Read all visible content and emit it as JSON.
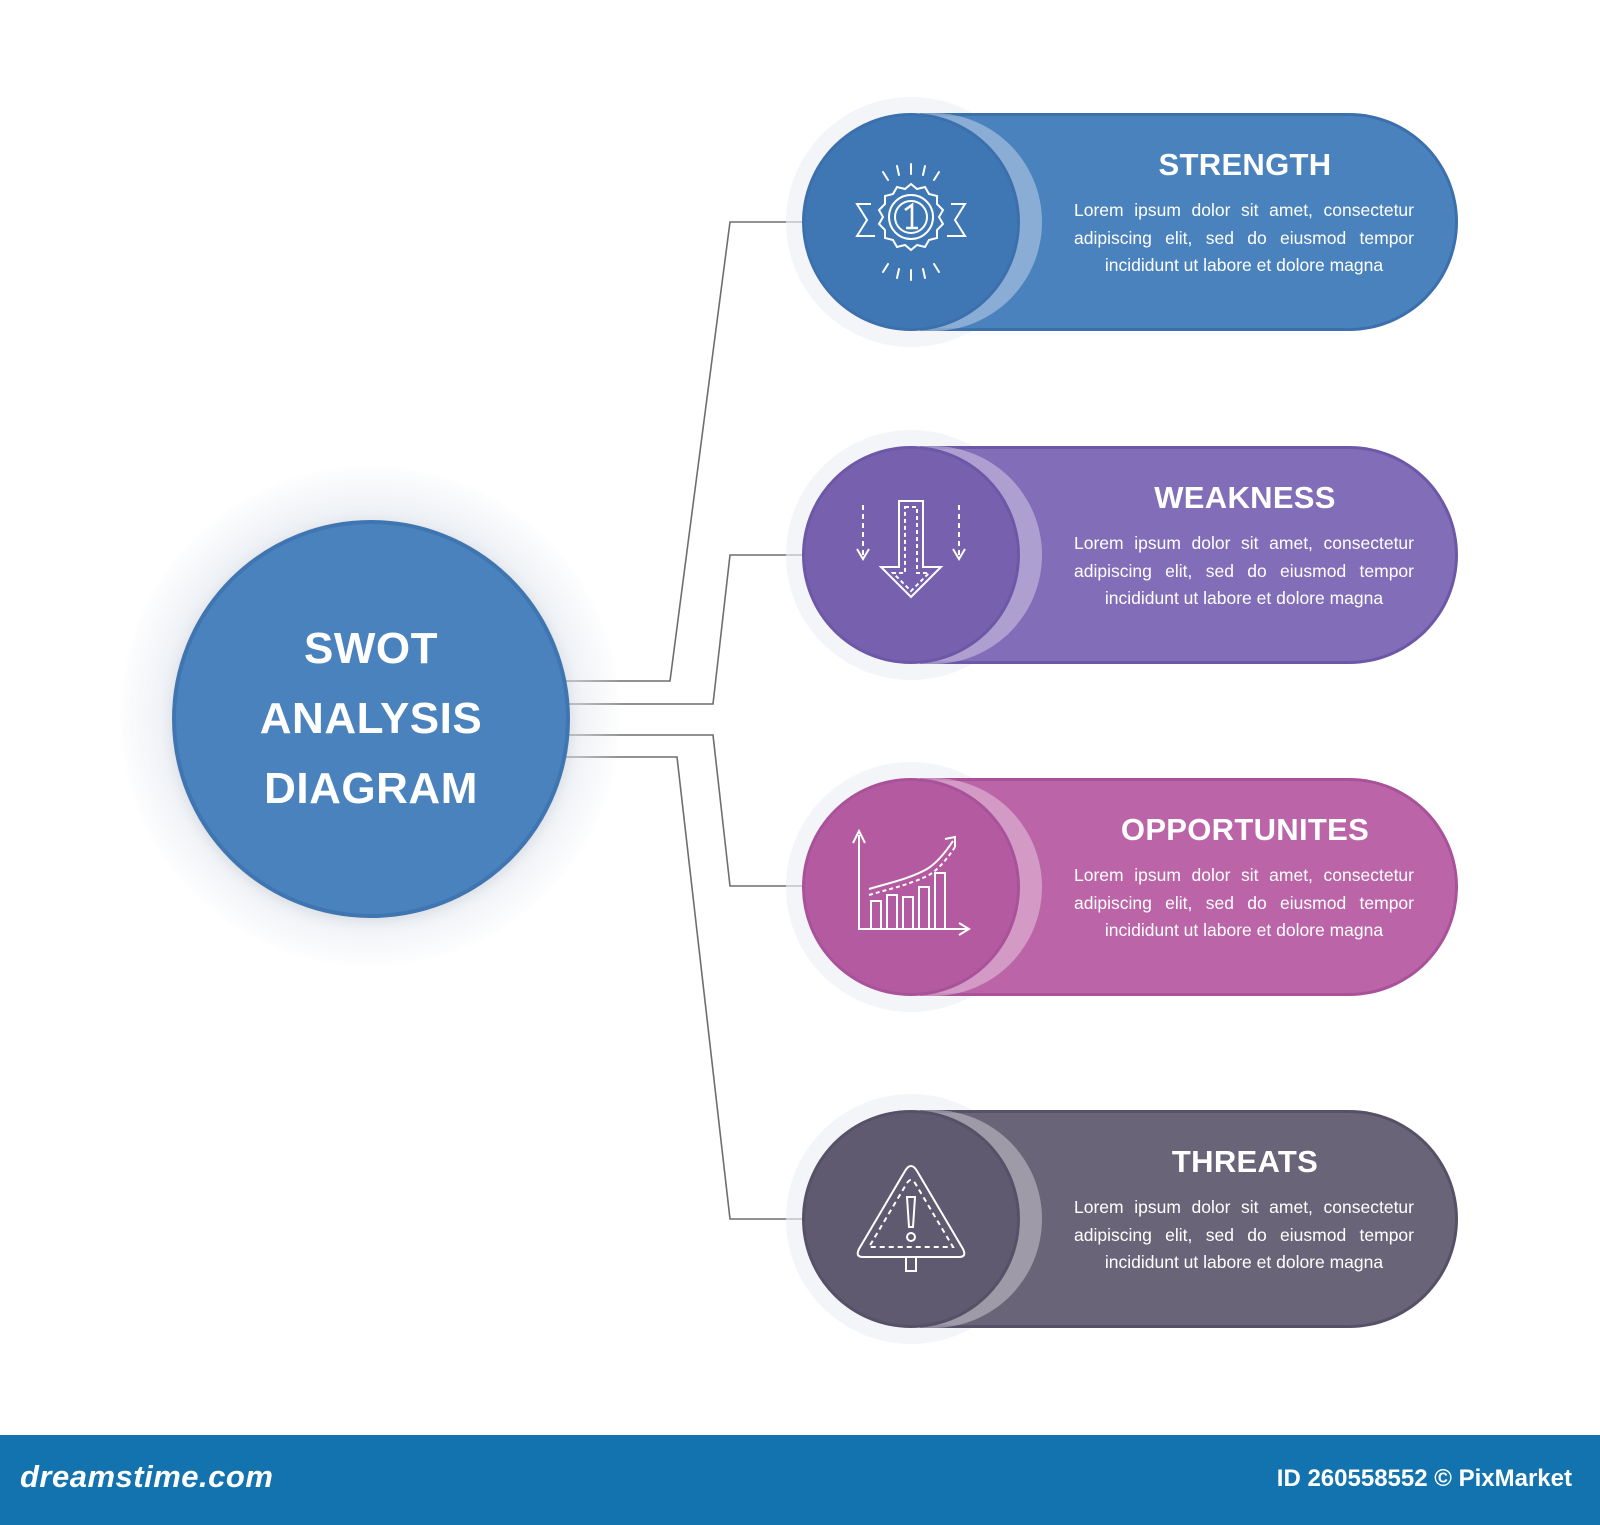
{
  "center": {
    "lines": [
      "SWOT",
      "ANALYSIS",
      "DIAGRAM"
    ],
    "color": "#4a82bd"
  },
  "items": [
    {
      "title": "STRENGTH",
      "text": "Lorem ipsum dolor sit amet, consectetur adipiscing elit, sed do eiusmod tempor incididunt ut labore et dolore magna",
      "icon": "award-medal-icon",
      "bar_color": "#4a82bd",
      "circle_color": "#3f77b4",
      "border_color": "#3b70ad"
    },
    {
      "title": "WEAKNESS",
      "text": "Lorem ipsum dolor sit amet, consectetur adipiscing elit, sed do eiusmod tempor incididunt ut labore et dolore magna",
      "icon": "arrows-down-icon",
      "bar_color": "#816db8",
      "circle_color": "#7761af",
      "border_color": "#6d58a8"
    },
    {
      "title": "OPPORTUNITES",
      "text": "Lorem ipsum dolor sit amet, consectetur adipiscing elit, sed do eiusmod tempor incididunt ut labore et dolore magna",
      "icon": "growth-chart-icon",
      "bar_color": "#bc64a8",
      "circle_color": "#b45aa0",
      "border_color": "#a9529a"
    },
    {
      "title": "THREATS",
      "text": "Lorem ipsum dolor sit amet, consectetur adipiscing elit, sed do eiusmod tempor incididunt ut labore et dolore magna",
      "icon": "warning-sign-icon",
      "bar_color": "#6a6479",
      "circle_color": "#5f5a70",
      "border_color": "#575168"
    }
  ],
  "footer": {
    "brand": "dreamstime.com",
    "id_text": "ID 260558552 © PixMarket",
    "background": "#1273ae"
  },
  "connector_color": "#6e6e6e"
}
